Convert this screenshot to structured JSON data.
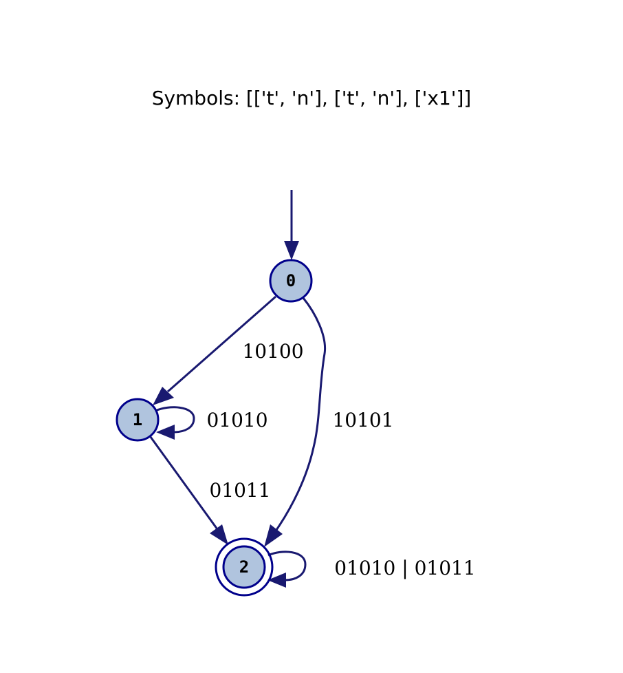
{
  "title": "Symbols: [['t', 'n'], ['t', 'n'], ['x1']]",
  "colors": {
    "node_fill": "#b0c4de",
    "node_stroke": "#00008b",
    "edge": "#191970",
    "background": "#ffffff"
  },
  "nodes": [
    {
      "id": "0",
      "label": "0",
      "accepting": false,
      "initial": true
    },
    {
      "id": "1",
      "label": "1",
      "accepting": false,
      "initial": false
    },
    {
      "id": "2",
      "label": "2",
      "accepting": true,
      "initial": false
    }
  ],
  "edges": [
    {
      "id": "e-0-1",
      "from": "0",
      "to": "1",
      "label": "10100"
    },
    {
      "id": "e-0-2",
      "from": "0",
      "to": "2",
      "label": "10101"
    },
    {
      "id": "e-1-1",
      "from": "1",
      "to": "1",
      "label": "01010"
    },
    {
      "id": "e-1-2",
      "from": "1",
      "to": "2",
      "label": "01011"
    },
    {
      "id": "e-2-2",
      "from": "2",
      "to": "2",
      "label": "01010 | 01011"
    }
  ]
}
